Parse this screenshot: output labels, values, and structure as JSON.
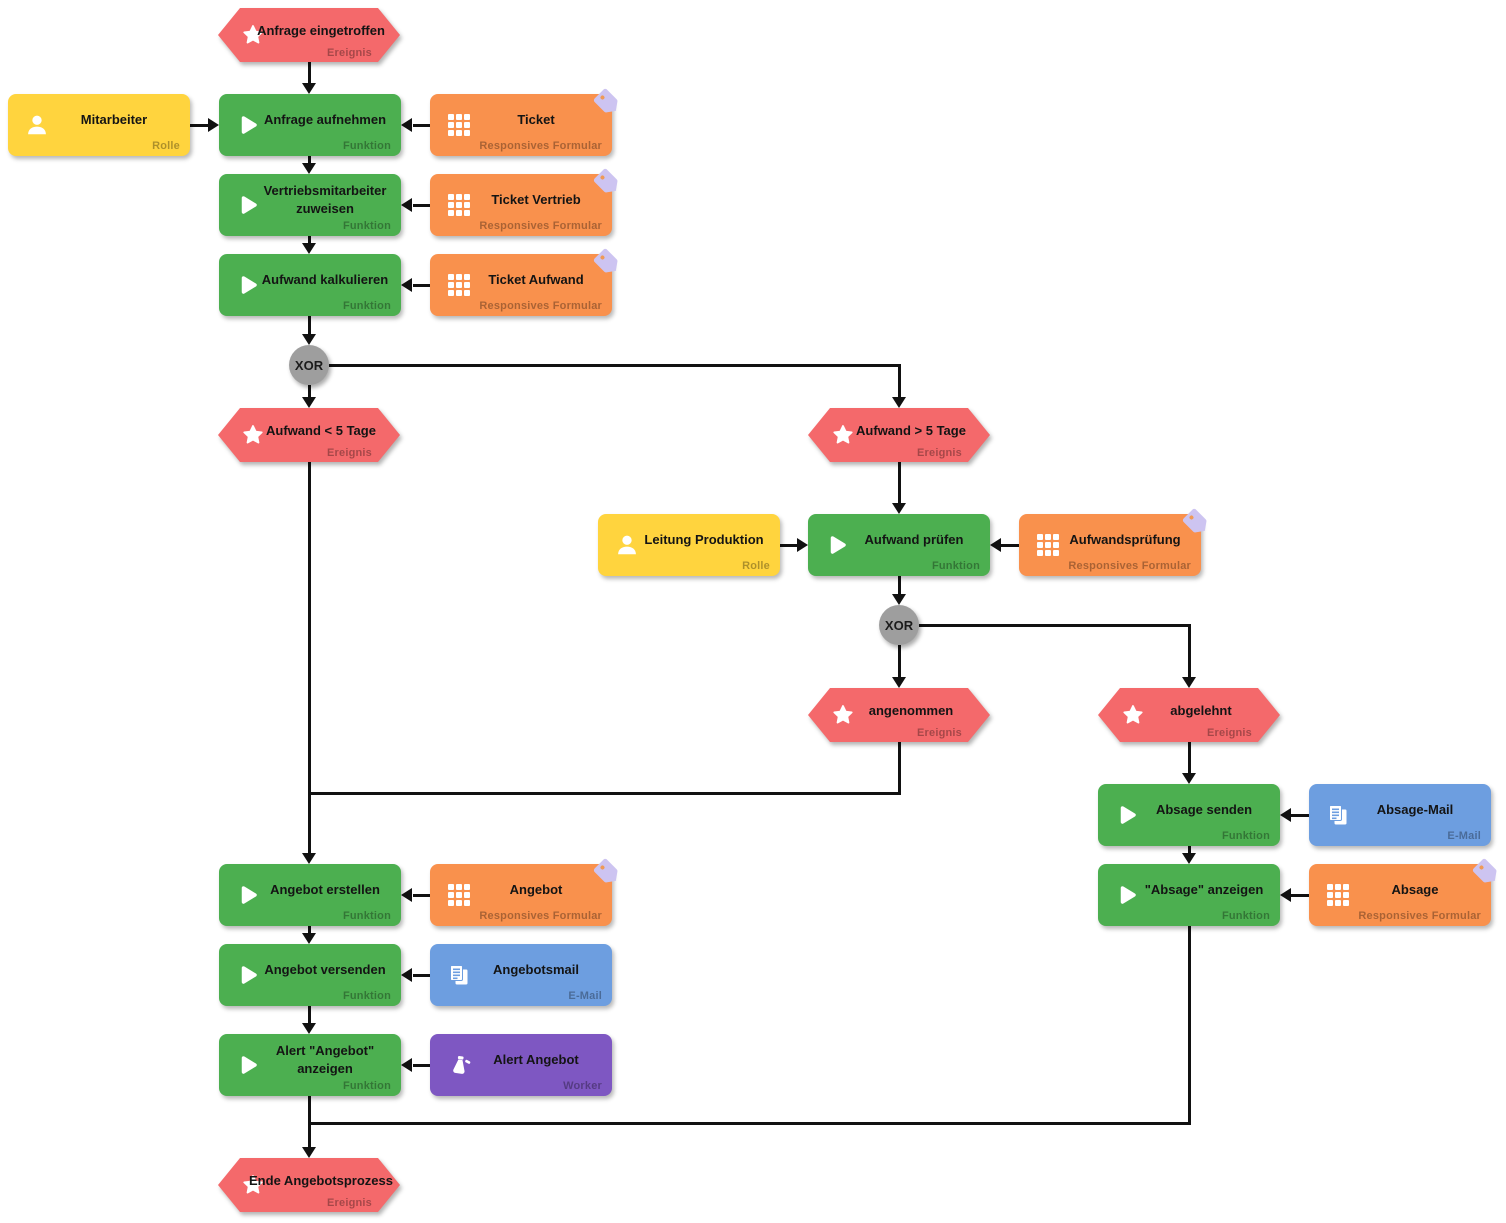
{
  "types": {
    "event": "Ereignis",
    "function": "Funktion",
    "role": "Rolle",
    "form": "Responsives Formular",
    "email": "E-Mail",
    "worker": "Worker"
  },
  "gateways": {
    "xor1": "XOR",
    "xor2": "XOR"
  },
  "colors": {
    "event": "#F4696B",
    "function": "#4CAF50",
    "role": "#FFD43E",
    "form": "#F9914D",
    "email": "#6D9EE0",
    "worker": "#7E57C2",
    "gateway": "#9E9E9E",
    "edge": "#111111",
    "tag": "#CDC4F1"
  },
  "nodes": {
    "anfrage_eingetroffen": {
      "label": "Anfrage eingetroffen"
    },
    "mitarbeiter": {
      "label": "Mitarbeiter"
    },
    "anfrage_aufnehmen": {
      "label": "Anfrage aufnehmen"
    },
    "ticket": {
      "label": "Ticket"
    },
    "vertriebsmitarbeiter_zuweisen": {
      "label": "Vertriebsmitarbeiter zuweisen"
    },
    "ticket_vertrieb": {
      "label": "Ticket Vertrieb"
    },
    "aufwand_kalkulieren": {
      "label": "Aufwand kalkulieren"
    },
    "ticket_aufwand": {
      "label": "Ticket Aufwand"
    },
    "aufwand_lt_5_tage": {
      "label": "Aufwand < 5 Tage"
    },
    "aufwand_gt_5_tage": {
      "label": "Aufwand > 5 Tage"
    },
    "leitung_produktion": {
      "label": "Leitung Produktion"
    },
    "aufwand_pruefen": {
      "label": "Aufwand prüfen"
    },
    "aufwandspruefung": {
      "label": "Aufwandsprüfung"
    },
    "angenommen": {
      "label": "angenommen"
    },
    "abgelehnt": {
      "label": "abgelehnt"
    },
    "absage_senden": {
      "label": "Absage senden"
    },
    "absage_mail": {
      "label": "Absage-Mail"
    },
    "absage_anzeigen": {
      "label": "\"Absage\" anzeigen"
    },
    "absage": {
      "label": "Absage"
    },
    "angebot_erstellen": {
      "label": "Angebot erstellen"
    },
    "angebot": {
      "label": "Angebot"
    },
    "angebot_versenden": {
      "label": "Angebot versenden"
    },
    "angebotsmail": {
      "label": "Angebotsmail"
    },
    "alert_angebot_anzeigen": {
      "label": "Alert \"Angebot\" anzeigen"
    },
    "alert_angebot": {
      "label": "Alert Angebot"
    },
    "ende_angebotsprozess": {
      "label": "Ende Angebotsprozess"
    }
  }
}
